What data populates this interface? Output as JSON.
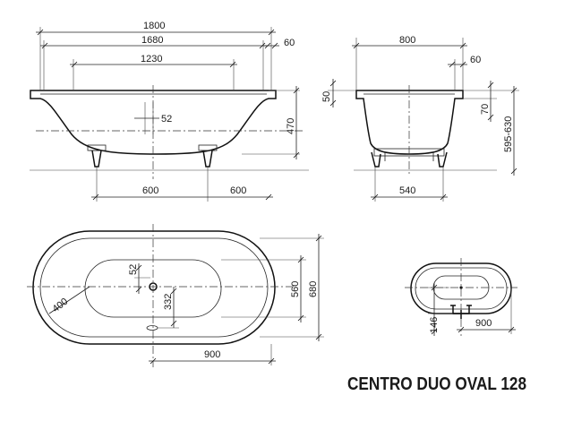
{
  "title": "CENTRO DUO OVAL 128",
  "dimensions": {
    "overall_length": "1800",
    "inner_length": "1680",
    "bottom_length": "1230",
    "rim_overhang_right": "60",
    "drain_offset_side": "52",
    "depth": "470",
    "foot_spacing_left": "600",
    "foot_spacing_right": "600",
    "overall_width": "800",
    "rim_overhang_end": "60",
    "rim_height": "50",
    "rim_drop": "70",
    "total_height": "595-630",
    "foot_width": "540",
    "drain_offset_top": "52",
    "corner_radius": "400",
    "bottom_offset": "332",
    "inner_width": "560",
    "outer_width": "680",
    "half_length": "900",
    "small_half_length": "900",
    "small_drain_offset": "146"
  }
}
